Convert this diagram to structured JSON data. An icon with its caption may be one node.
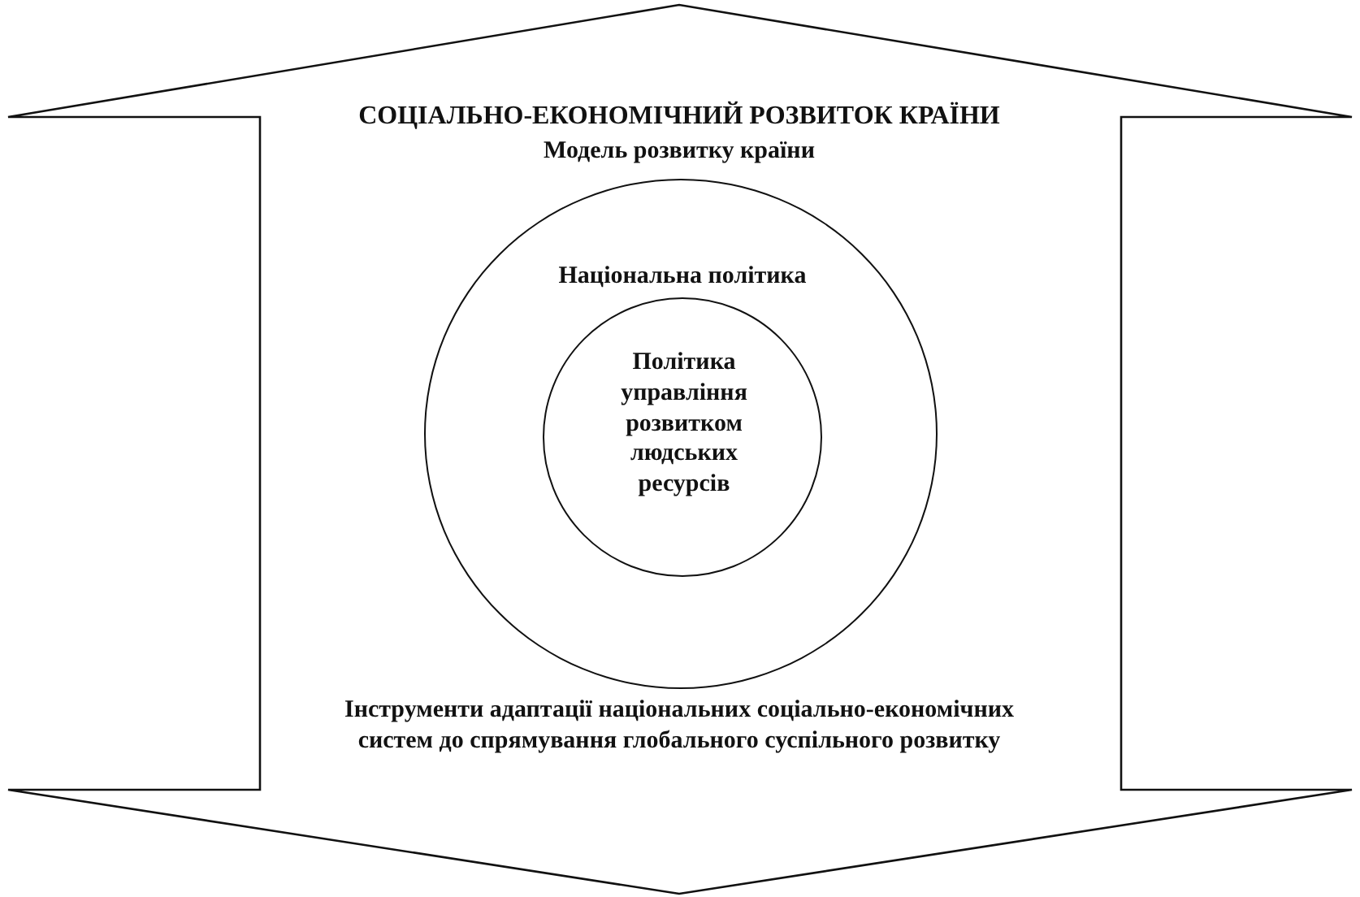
{
  "diagram": {
    "nodes": [
      {
        "text": [
          "СОЦІАЛЬНО-ЕКОНОМІЧНИЙ РОЗВИТОК КРАЇНИ",
          "Модель розвитку країни",
          "Інструменти адаптації національних соціально-економічних систем до спрямування глобального суспільного розвитку"
        ]
      },
      {
        "text": [
          "Національна політика"
        ],
        "in": 0
      },
      {
        "text": [
          "Політика управління розвитком людських ресурсів"
        ],
        "in": 1
      }
    ]
  }
}
